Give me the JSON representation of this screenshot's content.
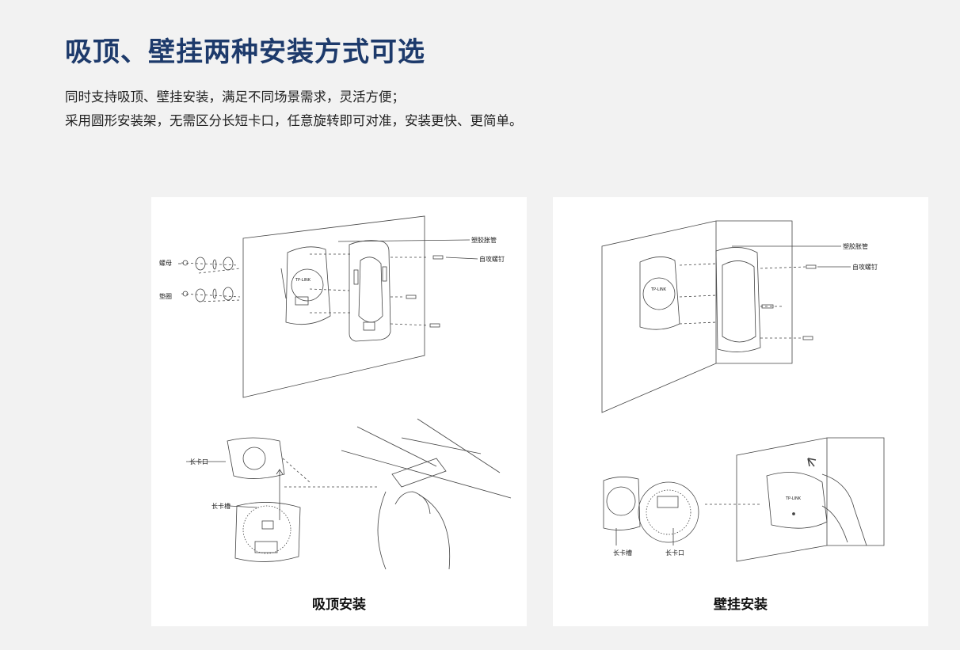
{
  "header": {
    "title": "吸顶、壁挂两种安装方式可选",
    "desc_line1": "同时支持吸顶、壁挂安装，满足不同场景需求，灵活方便；",
    "desc_line2": "采用圆形安装架，无需区分长短卡口，任意旋转即可对准，安装更快、更简单。"
  },
  "ceiling_panel": {
    "caption": "吸顶安装",
    "labels": {
      "nut": "螺母",
      "washer": "垫圈",
      "anchor": "塑胶胀管",
      "screw": "自攻螺钉",
      "long_slot_mouth": "长卡口",
      "long_slot": "长卡槽"
    },
    "brand_text": "TP-LINK"
  },
  "wall_panel": {
    "caption": "壁挂安装",
    "labels": {
      "anchor": "塑胶胀管",
      "screw": "自攻螺钉",
      "long_slot": "长卡槽",
      "long_slot_mouth": "长卡口"
    },
    "brand_text": "TP-LINK"
  },
  "colors": {
    "title": "#1d3a6b",
    "background": "#f2f2f2",
    "panel": "#ffffff",
    "line": "#444444"
  }
}
